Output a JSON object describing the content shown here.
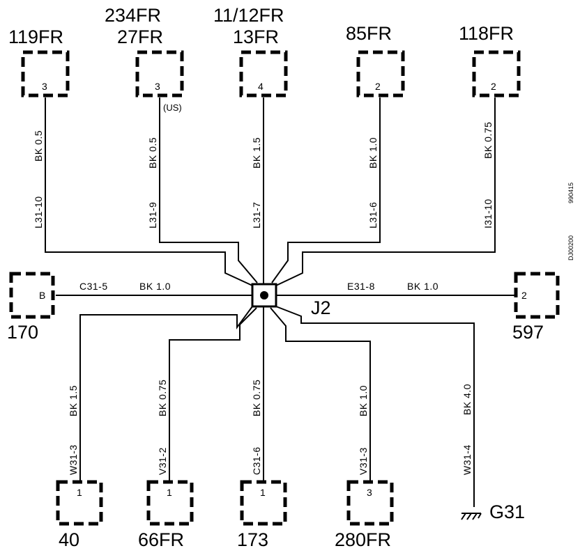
{
  "splice": {
    "id": "J2"
  },
  "ground": {
    "id": "G31"
  },
  "note": "(US)",
  "doc_codes": [
    "DJ00200",
    "990415"
  ],
  "connectors": [
    {
      "key": "119fr",
      "names": [
        "119FR"
      ],
      "pin": "3",
      "wire_id": "L31-10",
      "wire_spec": "BK 0.5"
    },
    {
      "key": "27fr",
      "names": [
        "234FR",
        "27FR"
      ],
      "pin": "3",
      "wire_id": "L31-9",
      "wire_spec": "BK 0.5"
    },
    {
      "key": "13fr",
      "names": [
        "11/12FR",
        "13FR"
      ],
      "pin": "4",
      "wire_id": "L31-7",
      "wire_spec": "BK 1.5"
    },
    {
      "key": "85fr",
      "names": [
        "85FR"
      ],
      "pin": "2",
      "wire_id": "L31-6",
      "wire_spec": "BK 1.0"
    },
    {
      "key": "118fr",
      "names": [
        "118FR"
      ],
      "pin": "2",
      "wire_id": "I31-10",
      "wire_spec": "BK 0.75"
    },
    {
      "key": "170",
      "names": [
        "170"
      ],
      "pin": "B",
      "wire_id": "C31-5",
      "wire_spec": "BK  1.0"
    },
    {
      "key": "597",
      "names": [
        "597"
      ],
      "pin": "2",
      "wire_id": "E31-8",
      "wire_spec": "BK  1.0"
    },
    {
      "key": "40",
      "names": [
        "40"
      ],
      "pin": "1",
      "wire_id": "W31-3",
      "wire_spec": "BK 1.5"
    },
    {
      "key": "66fr",
      "names": [
        "66FR"
      ],
      "pin": "1",
      "wire_id": "V31-2",
      "wire_spec": "BK 0.75"
    },
    {
      "key": "173",
      "names": [
        "173"
      ],
      "pin": "1",
      "wire_id": "C31-6",
      "wire_spec": "BK 0.75"
    },
    {
      "key": "280fr",
      "names": [
        "280FR"
      ],
      "pin": "3",
      "wire_id": "V31-3",
      "wire_spec": "BK 1.0"
    },
    {
      "key": "g31",
      "names": [
        "G31"
      ],
      "pin": "",
      "wire_id": "W31-4",
      "wire_spec": "BK 4.0"
    }
  ]
}
